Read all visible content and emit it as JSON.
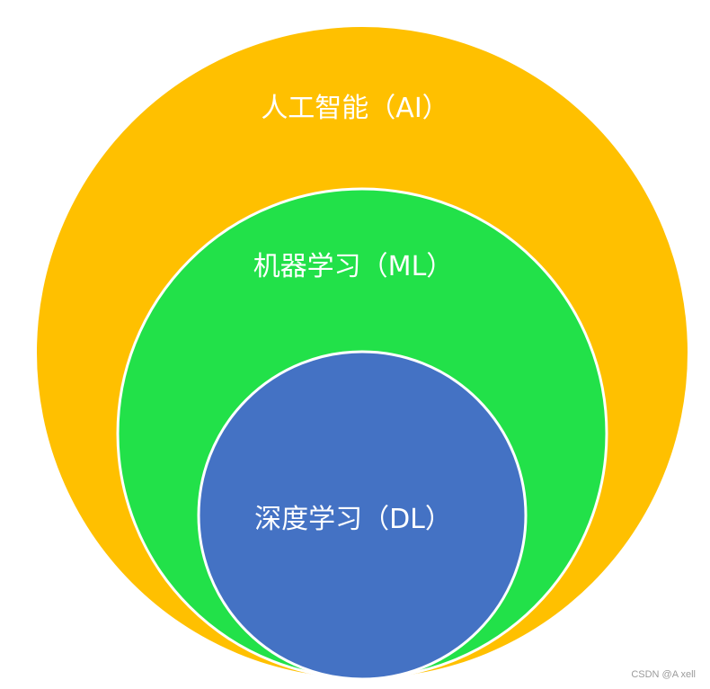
{
  "diagram": {
    "type": "nested-circles",
    "circles": [
      {
        "id": "ai",
        "label": "人工智能（AI）",
        "fill": "#FFC000",
        "stroke": "none"
      },
      {
        "id": "ml",
        "label": "机器学习（ML）",
        "fill": "#22E149",
        "stroke": "#FFFFFF"
      },
      {
        "id": "dl",
        "label": "深度学习（DL）",
        "fill": "#4472C4",
        "stroke": "#FFFFFF"
      }
    ]
  },
  "watermark": {
    "text": "CSDN @A xell"
  }
}
